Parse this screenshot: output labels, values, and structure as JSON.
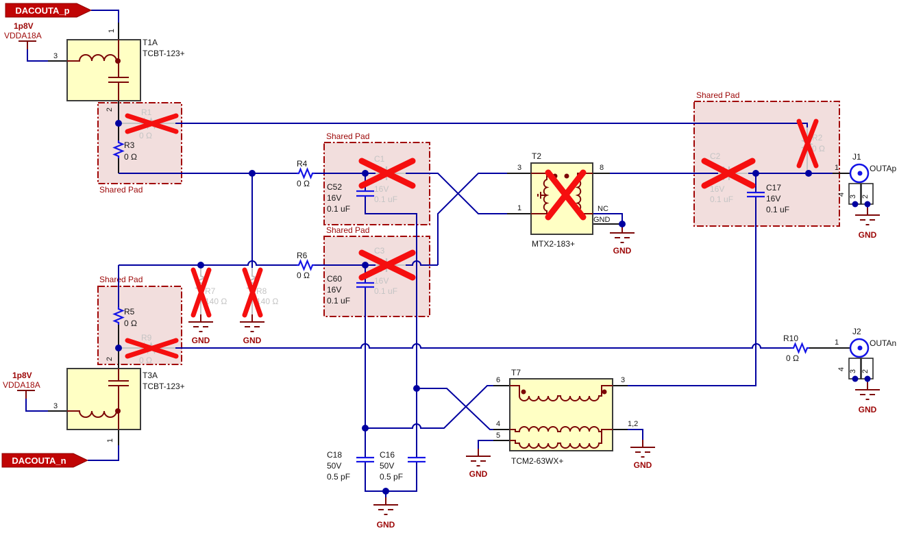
{
  "labels": {
    "shared_pad": "Shared Pad",
    "gnd": "GND"
  },
  "flags": {
    "p": "DACOUTA_p",
    "n": "DACOUTA_n"
  },
  "power": {
    "rail": "1p8V",
    "net": "VDDA18A"
  },
  "colors": {
    "wire": "#0000a0",
    "component_fill": "#ffffc4",
    "not_fitted_x": "#f50f0f",
    "shared_pad": "#a00404",
    "dark_red": "#7c0606",
    "net_flag": "#c00505",
    "not_fitted_text": "#c4c4c4"
  },
  "components": {
    "t1a": {
      "ref": "T1A",
      "part": "TCBT-123+",
      "pin1": "1",
      "pin2": "2",
      "pin3": "3"
    },
    "t3a": {
      "ref": "T3A",
      "part": "TCBT-123+",
      "pin1": "1",
      "pin2": "2",
      "pin3": "3"
    },
    "t2": {
      "ref": "T2",
      "part": "MTX2-183+",
      "pin3": "3",
      "pin1": "1",
      "pin8": "8",
      "pin_nc": "NC",
      "pin_gnd": "GND"
    },
    "t7": {
      "ref": "T7",
      "part": "TCM2-63WX+",
      "pin6": "6",
      "pin4": "4",
      "pin5": "5",
      "pin3": "3",
      "pin12": "1,2"
    },
    "r1": {
      "ref": "R1",
      "value": "0 Ω",
      "fitted": false
    },
    "r2": {
      "ref": "R2",
      "value": "0 Ω",
      "fitted": false
    },
    "r3": {
      "ref": "R3",
      "value": "0 Ω",
      "fitted": true
    },
    "r4": {
      "ref": "R4",
      "value": "0 Ω",
      "fitted": true
    },
    "r5": {
      "ref": "R5",
      "value": "0 Ω",
      "fitted": true
    },
    "r6": {
      "ref": "R6",
      "value": "0 Ω",
      "fitted": true
    },
    "r7": {
      "ref": "R7",
      "value": "140 Ω",
      "fitted": false
    },
    "r8": {
      "ref": "R8",
      "value": "140 Ω",
      "fitted": false
    },
    "r9": {
      "ref": "R9",
      "value": "0 Ω",
      "fitted": false
    },
    "r10": {
      "ref": "R10",
      "value": "0 Ω",
      "fitted": true
    },
    "c1": {
      "ref": "C1",
      "voltage": "16V",
      "value": "0.1 uF",
      "fitted": false
    },
    "c2": {
      "ref": "C2",
      "voltage": "16V",
      "value": "0.1 uF",
      "fitted": false
    },
    "c3": {
      "ref": "C3",
      "voltage": "16V",
      "value": "0.1 uF",
      "fitted": false
    },
    "c17": {
      "ref": "C17",
      "voltage": "16V",
      "value": "0.1 uF",
      "fitted": true
    },
    "c52": {
      "ref": "C52",
      "voltage": "16V",
      "value": "0.1 uF",
      "fitted": true
    },
    "c60": {
      "ref": "C60",
      "voltage": "16V",
      "value": "0.1 uF",
      "fitted": true
    },
    "c18": {
      "ref": "C18",
      "voltage": "50V",
      "value": "0.5 pF",
      "fitted": true
    },
    "c16": {
      "ref": "C16",
      "voltage": "50V",
      "value": "0.5 pF",
      "fitted": true
    },
    "j1": {
      "ref": "J1",
      "net": "OUTAp",
      "pin1": "1",
      "pin2": "2",
      "pin3": "3",
      "pin4": "4"
    },
    "j2": {
      "ref": "J2",
      "net": "OUTAn",
      "pin1": "1",
      "pin2": "2",
      "pin3": "3",
      "pin4": "4"
    }
  }
}
